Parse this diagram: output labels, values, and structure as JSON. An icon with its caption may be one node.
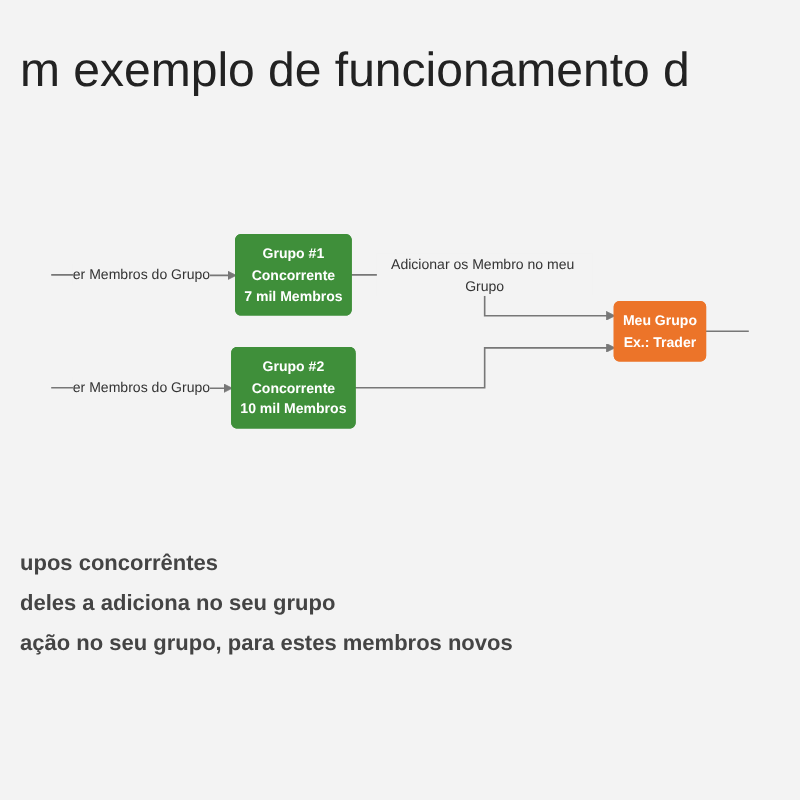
{
  "diagram": {
    "title": "m exemplo de funcionamento d",
    "nodes": [
      {
        "text": [
          "Grupo #1",
          "Concorrente",
          "7 mil Membros"
        ]
      },
      {
        "text": [
          "Grupo #2",
          "Concorrente",
          "10 mil Membros"
        ]
      },
      {
        "text": [
          "Meu Grupo",
          "Ex.: Trader"
        ]
      }
    ],
    "edges": [
      {
        "from": null,
        "to": 0,
        "arrow": "to",
        "label": "er Membros do Grupo"
      },
      {
        "from": null,
        "to": 1,
        "arrow": "to",
        "label": "er Membros do Grupo"
      },
      {
        "from": 0,
        "to": 2,
        "arrow": "to",
        "label": "Adicionar os Membro no meu Grupo"
      },
      {
        "from": 1,
        "to": 2,
        "arrow": "to"
      },
      {
        "from": 2,
        "to": null,
        "arrow": "none"
      }
    ],
    "labels": [
      "upos concorrêntes",
      "deles a adiciona no seu grupo",
      "ação no seu grupo, para estes membros novos"
    ]
  }
}
